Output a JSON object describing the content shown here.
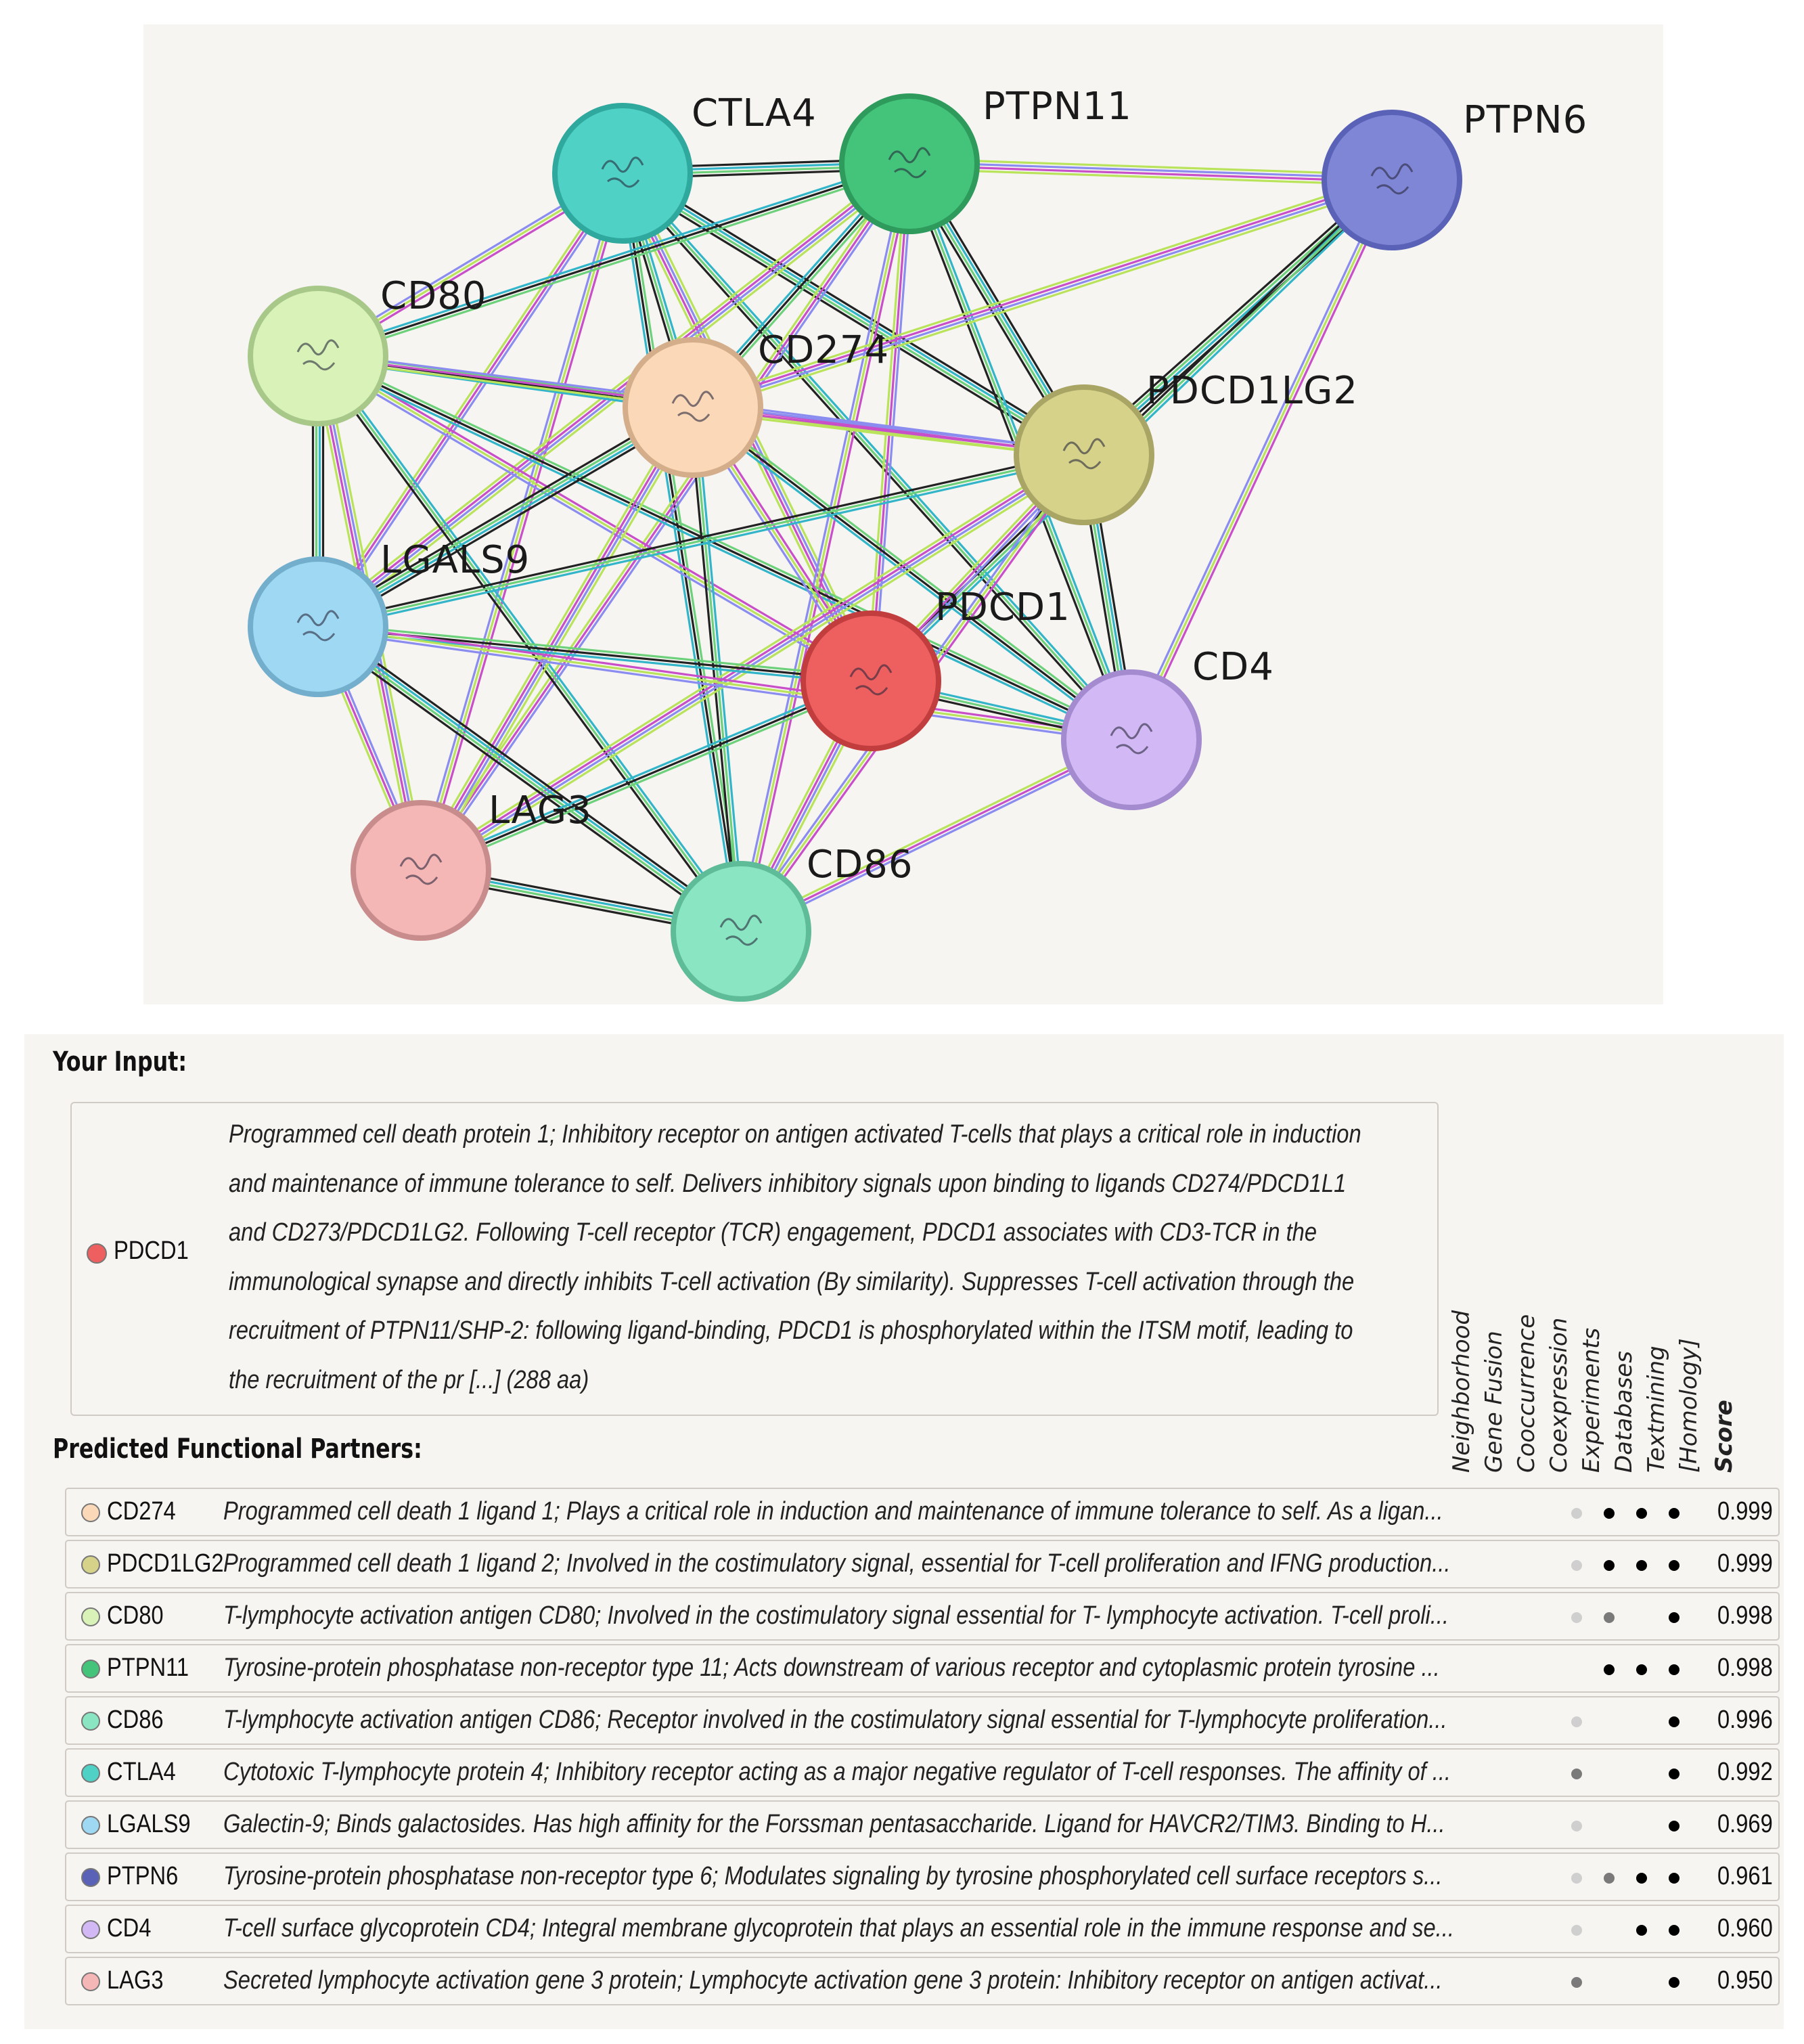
{
  "network": {
    "nodes": [
      {
        "id": "CTLA4",
        "label": "CTLA4",
        "color": "#4fd1c5",
        "edge": "#2fa89d"
      },
      {
        "id": "PTPN11",
        "label": "PTPN11",
        "color": "#43c47a",
        "edge": "#2e9a5b"
      },
      {
        "id": "PTPN6",
        "label": "PTPN6",
        "color": "#7f86d6",
        "edge": "#5a62b8"
      },
      {
        "id": "CD80",
        "label": "CD80",
        "color": "#d8f2b8",
        "edge": "#a8c88a"
      },
      {
        "id": "CD274",
        "label": "CD274",
        "color": "#fbd8b8",
        "edge": "#d4ad8b"
      },
      {
        "id": "PDCD1LG2",
        "label": "PDCD1LG2",
        "color": "#d6d28a",
        "edge": "#a9a564"
      },
      {
        "id": "LGALS9",
        "label": "LGALS9",
        "color": "#9fd8f2",
        "edge": "#73afcc"
      },
      {
        "id": "PDCD1",
        "label": "PDCD1",
        "color": "#ee5f5f",
        "edge": "#c23e3e"
      },
      {
        "id": "CD4",
        "label": "CD4",
        "color": "#d2b9f5",
        "edge": "#a48bd0"
      },
      {
        "id": "LAG3",
        "label": "LAG3",
        "color": "#f5b6b6",
        "edge": "#c98c8c"
      },
      {
        "id": "CD86",
        "label": "CD86",
        "color": "#8ae6c2",
        "edge": "#5fbc99"
      }
    ],
    "edges": [
      [
        "CTLA4",
        "PTPN11"
      ],
      [
        "CTLA4",
        "CD80"
      ],
      [
        "CTLA4",
        "CD274"
      ],
      [
        "CTLA4",
        "PDCD1"
      ],
      [
        "CTLA4",
        "CD86"
      ],
      [
        "CTLA4",
        "LGALS9"
      ],
      [
        "CTLA4",
        "PDCD1LG2"
      ],
      [
        "CTLA4",
        "LAG3"
      ],
      [
        "CTLA4",
        "CD4"
      ],
      [
        "PTPN11",
        "PTPN6"
      ],
      [
        "PTPN11",
        "CD274"
      ],
      [
        "PTPN11",
        "PDCD1"
      ],
      [
        "PTPN11",
        "PDCD1LG2"
      ],
      [
        "PTPN11",
        "CD86"
      ],
      [
        "PTPN11",
        "CD4"
      ],
      [
        "PTPN11",
        "LGALS9"
      ],
      [
        "PTPN11",
        "CD80"
      ],
      [
        "PTPN11",
        "LAG3"
      ],
      [
        "PTPN6",
        "PDCD1LG2"
      ],
      [
        "PTPN6",
        "CD4"
      ],
      [
        "PTPN6",
        "PDCD1"
      ],
      [
        "PTPN6",
        "CD274"
      ],
      [
        "CD80",
        "CD274"
      ],
      [
        "CD80",
        "PDCD1LG2"
      ],
      [
        "CD80",
        "LGALS9"
      ],
      [
        "CD80",
        "PDCD1"
      ],
      [
        "CD80",
        "CD86"
      ],
      [
        "CD80",
        "LAG3"
      ],
      [
        "CD80",
        "CD4"
      ],
      [
        "CD274",
        "PDCD1LG2"
      ],
      [
        "CD274",
        "LGALS9"
      ],
      [
        "CD274",
        "PDCD1"
      ],
      [
        "CD274",
        "CD86"
      ],
      [
        "CD274",
        "LAG3"
      ],
      [
        "CD274",
        "CD4"
      ],
      [
        "PDCD1LG2",
        "PDCD1"
      ],
      [
        "PDCD1LG2",
        "CD4"
      ],
      [
        "PDCD1LG2",
        "CD86"
      ],
      [
        "PDCD1LG2",
        "LGALS9"
      ],
      [
        "PDCD1LG2",
        "LAG3"
      ],
      [
        "LGALS9",
        "PDCD1"
      ],
      [
        "LGALS9",
        "LAG3"
      ],
      [
        "LGALS9",
        "CD86"
      ],
      [
        "LGALS9",
        "CD4"
      ],
      [
        "PDCD1",
        "CD4"
      ],
      [
        "PDCD1",
        "CD86"
      ],
      [
        "PDCD1",
        "LAG3"
      ],
      [
        "CD4",
        "CD86"
      ],
      [
        "LAG3",
        "CD86"
      ]
    ],
    "edge_colors": [
      "#222222",
      "#c94fc9",
      "#33b5c9",
      "#b8e35a",
      "#6cd17a",
      "#8a8cf0"
    ]
  },
  "input": {
    "heading": "Your Input:",
    "name": "PDCD1",
    "color": "#ee5f5f",
    "description": "Programmed cell death protein 1; Inhibitory receptor on antigen activated T-cells that plays a critical role in induction and maintenance of immune tolerance to self. Delivers inhibitory signals upon binding to ligands CD274/PDCD1L1 and CD273/PDCD1LG2. Following T-cell receptor (TCR) engagement, PDCD1 associates with CD3-TCR in the immunological synapse and directly inhibits T-cell activation (By similarity). Suppresses T-cell activation through the recruitment of PTPN11/SHP-2: following ligand-binding, PDCD1 is phosphorylated within the ITSM motif, leading to the recruitment of the pr [...] (288 aa)"
  },
  "partners": {
    "heading": "Predicted Functional Partners:",
    "columns": [
      "Neighborhood",
      "Gene Fusion",
      "Cooccurrence",
      "Coexpression",
      "Experiments",
      "Databases",
      "Textmining",
      "[Homology]",
      "Score"
    ],
    "rows": [
      {
        "name": "CD274",
        "color": "#fbd8b8",
        "desc": "Programmed cell death 1 ligand 1; Plays a critical role in induction and maintenance of immune tolerance to self. As a ligan...",
        "ev": [
          0,
          0,
          0,
          1,
          3,
          3,
          3,
          0
        ],
        "score": "0.999"
      },
      {
        "name": "PDCD1LG2",
        "color": "#d6d28a",
        "desc": "Programmed cell death 1 ligand 2; Involved in the costimulatory signal, essential for T-cell proliferation and IFNG production...",
        "ev": [
          0,
          0,
          0,
          1,
          3,
          3,
          3,
          0
        ],
        "score": "0.999"
      },
      {
        "name": "CD80",
        "color": "#d8f2b8",
        "desc": "T-lymphocyte activation antigen CD80; Involved in the costimulatory signal essential for T- lymphocyte activation. T-cell proli...",
        "ev": [
          0,
          0,
          0,
          1,
          2,
          0,
          3,
          0
        ],
        "score": "0.998"
      },
      {
        "name": "PTPN11",
        "color": "#43c47a",
        "desc": "Tyrosine-protein phosphatase non-receptor type 11; Acts downstream of various receptor and cytoplasmic protein tyrosine ...",
        "ev": [
          0,
          0,
          0,
          0,
          3,
          3,
          3,
          0
        ],
        "score": "0.998"
      },
      {
        "name": "CD86",
        "color": "#8ae6c2",
        "desc": "T-lymphocyte activation antigen CD86; Receptor involved in the costimulatory signal essential for T-lymphocyte proliferation...",
        "ev": [
          0,
          0,
          0,
          1,
          0,
          0,
          3,
          0
        ],
        "score": "0.996"
      },
      {
        "name": "CTLA4",
        "color": "#4fd1c5",
        "desc": "Cytotoxic T-lymphocyte protein 4; Inhibitory receptor acting as a major negative regulator of T-cell responses. The affinity of ...",
        "ev": [
          0,
          0,
          0,
          2,
          0,
          0,
          3,
          0
        ],
        "score": "0.992"
      },
      {
        "name": "LGALS9",
        "color": "#9fd8f2",
        "desc": "Galectin-9; Binds galactosides. Has high affinity for the Forssman pentasaccharide. Ligand for HAVCR2/TIM3. Binding to H...",
        "ev": [
          0,
          0,
          0,
          1,
          0,
          0,
          3,
          0
        ],
        "score": "0.969"
      },
      {
        "name": "PTPN6",
        "color": "#5a62b8",
        "desc": "Tyrosine-protein phosphatase non-receptor type 6; Modulates signaling by tyrosine phosphorylated cell surface receptors s...",
        "ev": [
          0,
          0,
          0,
          1,
          2,
          3,
          3,
          0
        ],
        "score": "0.961"
      },
      {
        "name": "CD4",
        "color": "#d2b9f5",
        "desc": "T-cell surface glycoprotein CD4; Integral membrane glycoprotein that plays an essential role in the immune response and se...",
        "ev": [
          0,
          0,
          0,
          1,
          0,
          3,
          3,
          0
        ],
        "score": "0.960"
      },
      {
        "name": "LAG3",
        "color": "#f5b6b6",
        "desc": "Secreted lymphocyte activation gene 3 protein; Lymphocyte activation gene 3 protein: Inhibitory receptor on antigen activat...",
        "ev": [
          0,
          0,
          0,
          2,
          0,
          0,
          3,
          0
        ],
        "score": "0.950"
      }
    ]
  }
}
